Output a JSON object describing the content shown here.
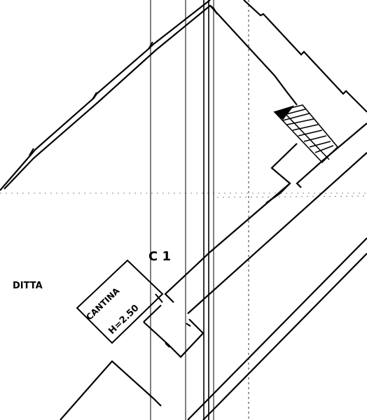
{
  "labels": {
    "ditta": "DITTA",
    "room_name": "CANTINA",
    "room_height": "H=2.50",
    "section_marker": "C 1"
  },
  "colors": {
    "ink": "#000000",
    "paper": "#ffffff",
    "watermark": "#d8d8d8"
  }
}
